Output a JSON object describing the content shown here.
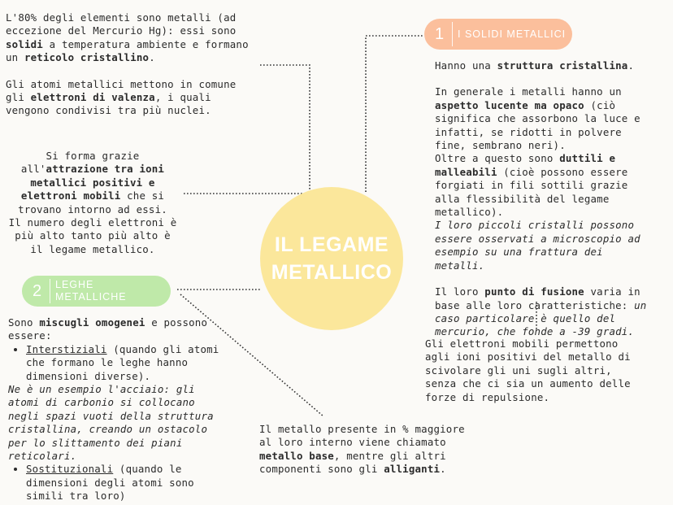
{
  "title": {
    "line1": "IL LEGAME",
    "line2": "METALLICO"
  },
  "colors": {
    "circle": "#fbe79b",
    "pill1": "#fbbf9c",
    "pill2": "#bfe9a9"
  },
  "section1": {
    "number": "1",
    "label": "I SOLIDI METALLICI"
  },
  "section2": {
    "number": "2",
    "label_line1": "LEGHE",
    "label_line2": "METALLICHE"
  },
  "intro": {
    "p1_a": "L'80% degli elementi sono metalli (ad eccezione del Mercurio Hg): essi sono ",
    "p1_b": "solidi",
    "p1_c": " a temperatura ambiente e formano un ",
    "p1_d": "reticolo cristallino",
    "p1_e": ".",
    "p2_a": "Gli atomi metallici mettono in comune gli ",
    "p2_b": "elettroni di valenza",
    "p2_c": ", i quali vengono condivisi tra più nuclei."
  },
  "formation": {
    "a": "Si forma grazie all'",
    "b": "attrazione tra ioni metallici positivi e elettroni mobili",
    "c": " che si trovano intorno ad essi.",
    "d": "Il numero degli elettroni è più alto tanto più alto è il legame metallico."
  },
  "solids": {
    "p1_a": "Hanno una ",
    "p1_b": "struttura cristallina",
    "p1_c": ".",
    "p2_a": "In generale i metalli hanno un ",
    "p2_b": "aspetto lucente ma opaco",
    "p2_c": " (ciò significa che assorbono la luce e infatti, se ridotti in polvere fine, sembrano neri).",
    "p3_a": "Oltre a questo sono ",
    "p3_b": "duttili e malleabili",
    "p3_c": " (cioè possono essere forgiati in fili sottili grazie alla flessibilità del legame metallico).",
    "p4": "I loro piccoli cristalli possono essere osservati a microscopio ad esempio su una frattura dei metalli.",
    "p5_a": "Il loro ",
    "p5_b": "punto di fusione",
    "p5_c": " varia in base alle loro caratteristiche: ",
    "p5_d": "un caso particolare è quello del mercurio, che fonde a -39 gradi."
  },
  "mobility": {
    "text": "Gli elettroni mobili permettono agli ioni positivi del metallo di scivolare gli uni sugli altri, senza che ci sia un aumento delle forze di repulsione."
  },
  "alloys": {
    "p1_a": "Sono ",
    "p1_b": "miscugli omogenei",
    "p1_c": " e possono essere:",
    "item1_a": "Interstiziali",
    "item1_b": " (quando gli atomi che formano le leghe hanno dimensioni diverse).",
    "example": "Ne è un esempio l'acciaio: gli atomi di carbonio si collocano negli spazi vuoti della struttura cristallina, creando un ostacolo per lo slittamento dei piani reticolari.",
    "item2_a": "Sostituzionali",
    "item2_b": " (quando le dimensioni degli atomi sono simili tra loro)"
  },
  "base": {
    "a": "Il metallo presente in % maggiore al loro interno viene chiamato ",
    "b": "metallo base",
    "c": ", mentre gli altri componenti sono gli ",
    "d": "alliganti",
    "e": "."
  }
}
